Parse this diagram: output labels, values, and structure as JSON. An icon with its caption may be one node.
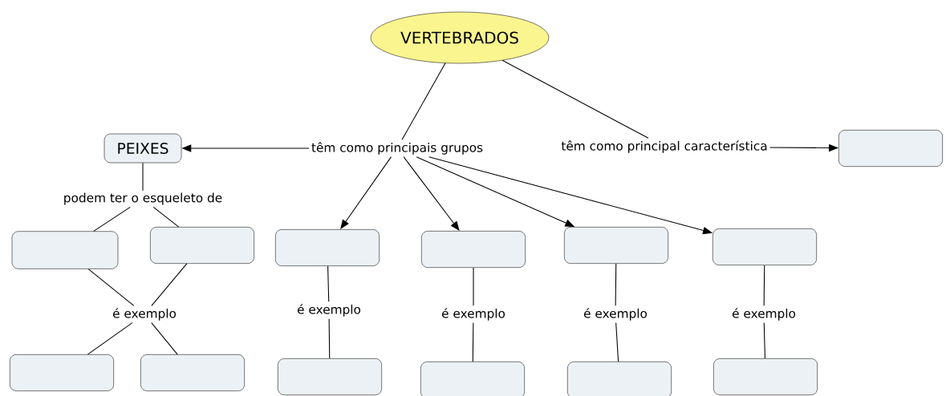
{
  "diagram": {
    "nodes": [
      {
        "text": [
          "VERTEBRADOS"
        ]
      },
      {
        "text": [
          "têm como principais grupos"
        ]
      },
      {
        "text": [
          "têm como principal característica"
        ]
      },
      {
        "text": [
          "PEIXES"
        ]
      },
      {
        "text": [],
        "shape": "box"
      },
      {
        "text": [
          "podem ter o esqueleto de"
        ]
      },
      {
        "text": [],
        "shape": "box"
      },
      {
        "text": [],
        "shape": "box"
      },
      {
        "text": [
          "é exemplo"
        ]
      },
      {
        "text": [],
        "shape": "box"
      },
      {
        "text": [],
        "shape": "box"
      },
      {
        "text": [],
        "shape": "box"
      },
      {
        "text": [
          "é exemplo"
        ]
      },
      {
        "text": [],
        "shape": "box"
      },
      {
        "text": [],
        "shape": "box"
      },
      {
        "text": [
          "é exemplo"
        ]
      },
      {
        "text": [],
        "shape": "box"
      },
      {
        "text": [],
        "shape": "box"
      },
      {
        "text": [
          "é exemplo"
        ]
      },
      {
        "text": [],
        "shape": "box"
      },
      {
        "text": [],
        "shape": "box"
      },
      {
        "text": [
          "é exemplo"
        ]
      },
      {
        "text": [],
        "shape": "box"
      }
    ],
    "edges": [
      {
        "from": 0,
        "to": 1,
        "arrow": "none"
      },
      {
        "from": 0,
        "to": 2,
        "arrow": "none"
      },
      {
        "from": 1,
        "to": 3,
        "arrow": "to"
      },
      {
        "from": 2,
        "to": 4,
        "arrow": "to"
      },
      {
        "from": 1,
        "to": 11,
        "arrow": "to"
      },
      {
        "from": 1,
        "to": 14,
        "arrow": "to"
      },
      {
        "from": 1,
        "to": 17,
        "arrow": "to"
      },
      {
        "from": 1,
        "to": 20,
        "arrow": "to"
      },
      {
        "from": 3,
        "to": 5,
        "arrow": "none"
      },
      {
        "from": 5,
        "to": 6,
        "arrow": "none"
      },
      {
        "from": 5,
        "to": 7,
        "arrow": "none"
      },
      {
        "from": 6,
        "to": 8,
        "arrow": "none"
      },
      {
        "from": 7,
        "to": 8,
        "arrow": "none"
      },
      {
        "from": 8,
        "to": 9,
        "arrow": "none"
      },
      {
        "from": 8,
        "to": 10,
        "arrow": "none"
      },
      {
        "from": 11,
        "to": 12,
        "arrow": "none"
      },
      {
        "from": 12,
        "to": 13,
        "arrow": "none"
      },
      {
        "from": 14,
        "to": 15,
        "arrow": "none"
      },
      {
        "from": 15,
        "to": 16,
        "arrow": "none"
      },
      {
        "from": 17,
        "to": 18,
        "arrow": "none"
      },
      {
        "from": 18,
        "to": 19,
        "arrow": "none"
      },
      {
        "from": 20,
        "to": 21,
        "arrow": "none"
      },
      {
        "from": 21,
        "to": 22,
        "arrow": "none"
      }
    ]
  }
}
